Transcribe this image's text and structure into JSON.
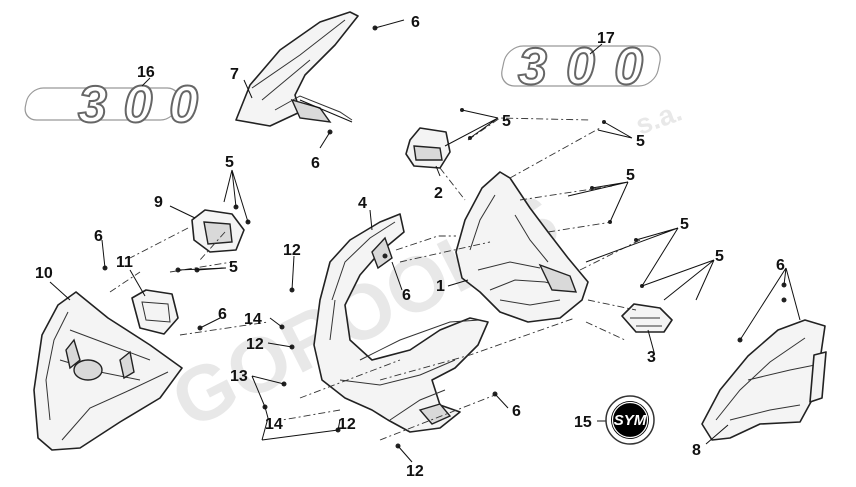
{
  "diagram": {
    "watermark": {
      "main": "GOROOLIS",
      "suffix": "s.a."
    },
    "emblem_text": "300",
    "logo_text": "SYM",
    "callouts": [
      {
        "id": "c1",
        "label": "1"
      },
      {
        "id": "c2",
        "label": "2"
      },
      {
        "id": "c3",
        "label": "3"
      },
      {
        "id": "c4",
        "label": "4"
      },
      {
        "id": "c5a",
        "label": "5"
      },
      {
        "id": "c5b",
        "label": "5"
      },
      {
        "id": "c5c",
        "label": "5"
      },
      {
        "id": "c5d",
        "label": "5"
      },
      {
        "id": "c5e",
        "label": "5"
      },
      {
        "id": "c5f",
        "label": "5"
      },
      {
        "id": "c5g",
        "label": "5"
      },
      {
        "id": "c6a",
        "label": "6"
      },
      {
        "id": "c6b",
        "label": "6"
      },
      {
        "id": "c6c",
        "label": "6"
      },
      {
        "id": "c6d",
        "label": "6"
      },
      {
        "id": "c6e",
        "label": "6"
      },
      {
        "id": "c6f",
        "label": "6"
      },
      {
        "id": "c7",
        "label": "7"
      },
      {
        "id": "c8",
        "label": "8"
      },
      {
        "id": "c9",
        "label": "9"
      },
      {
        "id": "c10",
        "label": "10"
      },
      {
        "id": "c11",
        "label": "11"
      },
      {
        "id": "c12a",
        "label": "12"
      },
      {
        "id": "c12b",
        "label": "12"
      },
      {
        "id": "c12c",
        "label": "12"
      },
      {
        "id": "c12d",
        "label": "12"
      },
      {
        "id": "c13",
        "label": "13"
      },
      {
        "id": "c14a",
        "label": "14"
      },
      {
        "id": "c14b",
        "label": "14"
      },
      {
        "id": "c15",
        "label": "15"
      },
      {
        "id": "c16",
        "label": "16"
      },
      {
        "id": "c17",
        "label": "17"
      }
    ]
  }
}
